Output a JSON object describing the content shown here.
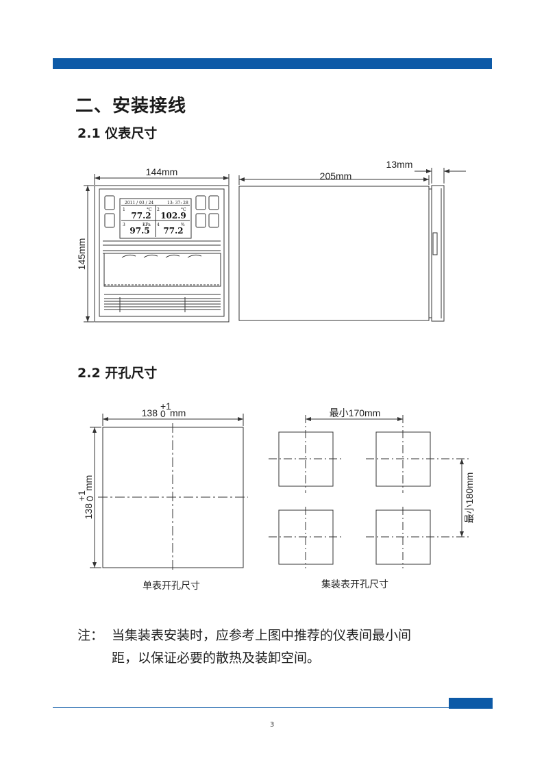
{
  "colors": {
    "brand_blue": "#0d5aa7",
    "line": "#333333"
  },
  "header": {
    "section_title": "二、安装接线"
  },
  "sec21": {
    "title": "2.1 仪表尺寸",
    "width_label": "144mm",
    "height_label": "145mm",
    "depth_label": "205mm",
    "bezel_label": "13mm",
    "screen": {
      "date": "2011 / 03 / 24",
      "time": "13: 37: 28",
      "channels": [
        {
          "num": "1",
          "unit": "°C",
          "value": "77.2"
        },
        {
          "num": "2",
          "unit": "°C",
          "value": "102.9"
        },
        {
          "num": "3",
          "unit": "KPa",
          "value": "97.5"
        },
        {
          "num": "4",
          "unit": "%",
          "value": "77.2"
        }
      ]
    }
  },
  "sec22": {
    "title": "2.2 开孔尺寸",
    "single_width": {
      "main": "138",
      "sup": "+1",
      "sub": "0",
      "unit": "mm"
    },
    "single_height": {
      "main": "138",
      "sup": "+1",
      "sub": "0",
      "unit": "mm"
    },
    "min_h": "最小170mm",
    "min_v": "最小180mm",
    "caption_single": "单表开孔尺寸",
    "caption_group": "集装表开孔尺寸"
  },
  "note": {
    "label": "注：",
    "line1": "当集装表安装时，应参考上图中推荐的仪表间最小间",
    "line2": "距，以保证必要的散热及装卸空间。"
  },
  "footer": {
    "page_number": "3"
  }
}
